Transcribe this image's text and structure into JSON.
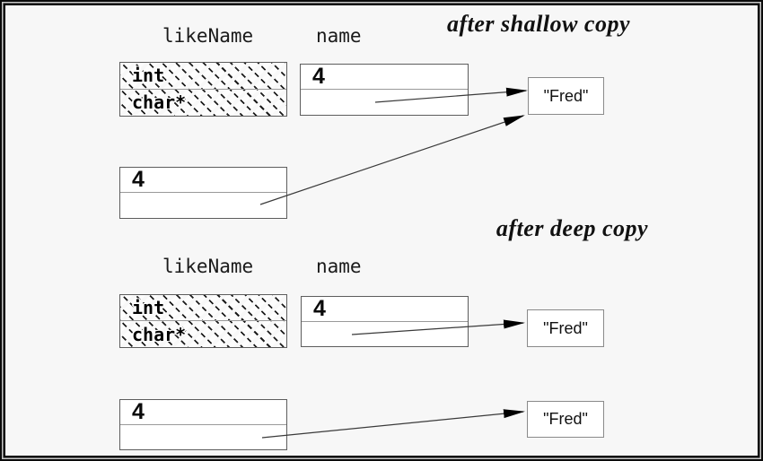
{
  "diagram": {
    "kind": "shallow-vs-deep-copy memory diagram",
    "colors": {
      "background": "#f7f7f7",
      "frame": "#0a0a0a",
      "box_fill": "#ffffff",
      "box_border": "#5d5d5d",
      "arrow": "#1a1a1a"
    }
  },
  "sections": [
    {
      "title": "after shallow copy",
      "like_name_label": "likeName",
      "name_label": "name",
      "struct_box": {
        "row1": "int",
        "row2": "char*"
      },
      "name_var_box": {
        "row1": "4",
        "row2": ""
      },
      "copy_var_box": {
        "row1": "4",
        "row2": ""
      },
      "strings": [
        "\"Fred\""
      ]
    },
    {
      "title": "after deep copy",
      "like_name_label": "likeName",
      "name_label": "name",
      "struct_box": {
        "row1": "int",
        "row2": "char*"
      },
      "name_var_box": {
        "row1": "4",
        "row2": ""
      },
      "copy_var_box": {
        "row1": "4",
        "row2": ""
      },
      "strings": [
        "\"Fred\"",
        "\"Fred\""
      ]
    }
  ],
  "connections": [
    {
      "from": "shallow.name.pointer-field",
      "to": "shallow.strings.0"
    },
    {
      "from": "shallow.copy.pointer-field",
      "to": "shallow.strings.0"
    },
    {
      "from": "deep.name.pointer-field",
      "to": "deep.strings.0"
    },
    {
      "from": "deep.copy.pointer-field",
      "to": "deep.strings.1"
    }
  ]
}
